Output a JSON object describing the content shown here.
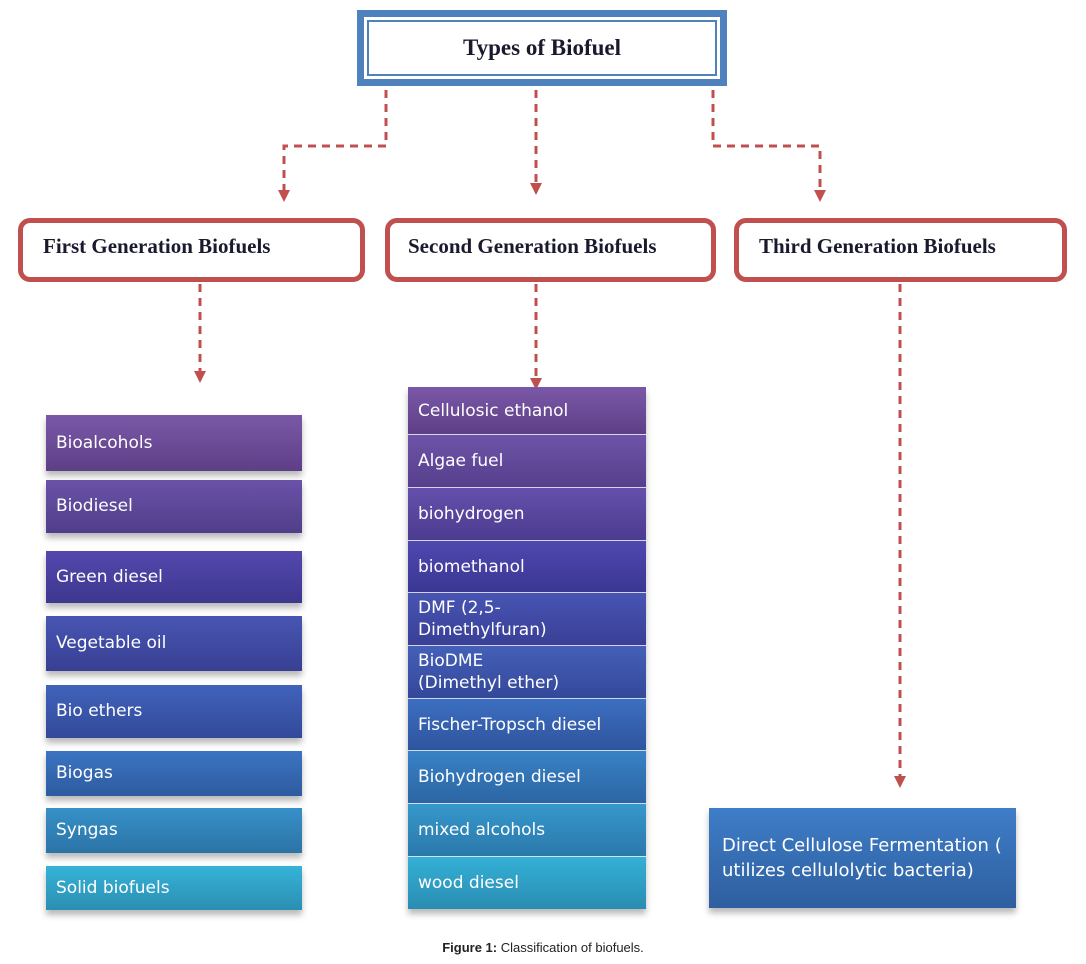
{
  "title": "Types of Biofuel",
  "colors": {
    "root_border": "#4f81bd",
    "generation_border": "#c0504d",
    "connector": "#c0504d"
  },
  "generations": [
    {
      "label": "First Generation Biofuels",
      "items": [
        "Bioalcohols",
        "Biodiesel",
        "Green diesel",
        "Vegetable oil",
        "Bio ethers",
        "Biogas",
        "Syngas",
        "Solid biofuels"
      ]
    },
    {
      "label": "Second Generation Biofuels",
      "items": [
        "Cellulosic ethanol",
        "Algae fuel",
        "biohydrogen",
        "biomethanol",
        "DMF (2,5-Dimethylfuran)",
        "BioDME (Dimethyl ether)",
        "Fischer-Tropsch diesel",
        "Biohydrogen diesel",
        "mixed alcohols",
        "wood diesel"
      ]
    },
    {
      "label": "Third Generation Biofuels",
      "items": [
        "Direct Cellulose Fermentation ( utilizes cellulolytic bacteria)"
      ]
    }
  ],
  "caption": {
    "label": "Figure 1:",
    "text": " Classification of biofuels."
  }
}
